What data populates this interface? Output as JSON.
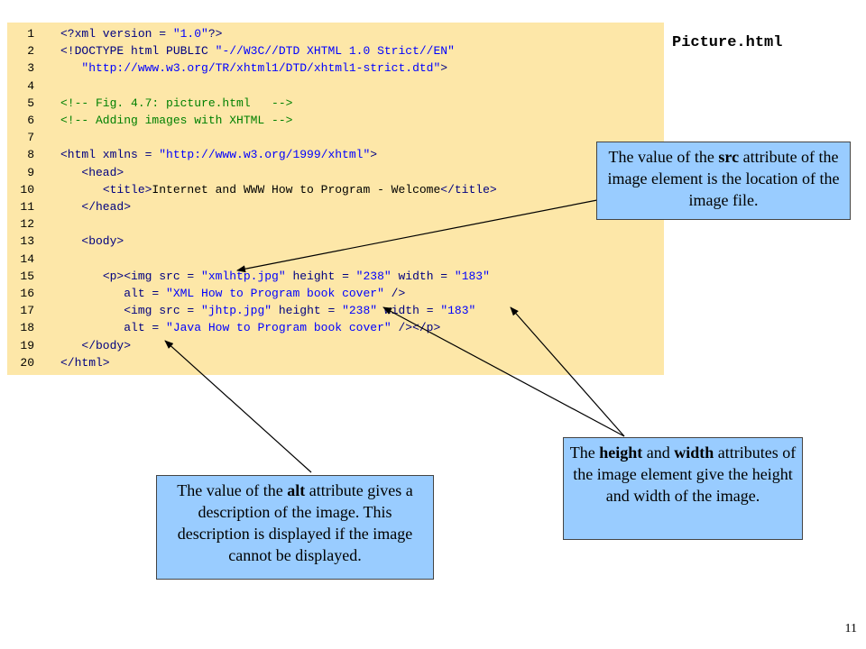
{
  "filename": "Picture.html",
  "page_number": "11",
  "code_lines": [
    {
      "n": "1",
      "indent": "",
      "segments": [
        {
          "t": "tag",
          "v": "<?xml version = "
        },
        {
          "t": "str",
          "v": "\"1.0\""
        },
        {
          "t": "tag",
          "v": "?>"
        }
      ]
    },
    {
      "n": "2",
      "indent": "",
      "segments": [
        {
          "t": "tag",
          "v": "<!DOCTYPE html PUBLIC "
        },
        {
          "t": "str",
          "v": "\"-//W3C//DTD XHTML 1.0 Strict//EN\""
        }
      ]
    },
    {
      "n": "3",
      "indent": "   ",
      "segments": [
        {
          "t": "str",
          "v": "\"http://www.w3.org/TR/xhtml1/DTD/xhtml1-strict.dtd\""
        },
        {
          "t": "tag",
          "v": ">"
        }
      ]
    },
    {
      "n": "4",
      "indent": "",
      "segments": []
    },
    {
      "n": "5",
      "indent": "",
      "segments": [
        {
          "t": "cmt",
          "v": "<!-- Fig. 4.7: picture.html   -->"
        }
      ]
    },
    {
      "n": "6",
      "indent": "",
      "segments": [
        {
          "t": "cmt",
          "v": "<!-- Adding images with XHTML -->"
        }
      ]
    },
    {
      "n": "7",
      "indent": "",
      "segments": []
    },
    {
      "n": "8",
      "indent": "",
      "segments": [
        {
          "t": "tag",
          "v": "<html xmlns = "
        },
        {
          "t": "str",
          "v": "\"http://www.w3.org/1999/xhtml\""
        },
        {
          "t": "tag",
          "v": ">"
        }
      ]
    },
    {
      "n": "9",
      "indent": "   ",
      "segments": [
        {
          "t": "tag",
          "v": "<head>"
        }
      ]
    },
    {
      "n": "10",
      "indent": "      ",
      "segments": [
        {
          "t": "tag",
          "v": "<title>"
        },
        {
          "t": "txt",
          "v": "Internet and WWW How to Program - Welcome"
        },
        {
          "t": "tag",
          "v": "</title>"
        }
      ]
    },
    {
      "n": "11",
      "indent": "   ",
      "segments": [
        {
          "t": "tag",
          "v": "</head>"
        }
      ]
    },
    {
      "n": "12",
      "indent": "",
      "segments": []
    },
    {
      "n": "13",
      "indent": "   ",
      "segments": [
        {
          "t": "tag",
          "v": "<body>"
        }
      ]
    },
    {
      "n": "14",
      "indent": "",
      "segments": []
    },
    {
      "n": "15",
      "indent": "      ",
      "segments": [
        {
          "t": "tag",
          "v": "<p><img src = "
        },
        {
          "t": "str",
          "v": "\"xmlhtp.jpg\""
        },
        {
          "t": "tag",
          "v": " height = "
        },
        {
          "t": "str",
          "v": "\"238\""
        },
        {
          "t": "tag",
          "v": " width = "
        },
        {
          "t": "str",
          "v": "\"183\""
        }
      ]
    },
    {
      "n": "16",
      "indent": "         ",
      "segments": [
        {
          "t": "tag",
          "v": "alt = "
        },
        {
          "t": "str",
          "v": "\"XML How to Program book cover\""
        },
        {
          "t": "tag",
          "v": " />"
        }
      ]
    },
    {
      "n": "17",
      "indent": "         ",
      "segments": [
        {
          "t": "tag",
          "v": "<img src = "
        },
        {
          "t": "str",
          "v": "\"jhtp.jpg\""
        },
        {
          "t": "tag",
          "v": " height = "
        },
        {
          "t": "str",
          "v": "\"238\""
        },
        {
          "t": "tag",
          "v": " width = "
        },
        {
          "t": "str",
          "v": "\"183\""
        }
      ]
    },
    {
      "n": "18",
      "indent": "         ",
      "segments": [
        {
          "t": "tag",
          "v": "alt = "
        },
        {
          "t": "str",
          "v": "\"Java How to Program book cover\""
        },
        {
          "t": "tag",
          "v": " /></p>"
        }
      ]
    },
    {
      "n": "19",
      "indent": "   ",
      "segments": [
        {
          "t": "tag",
          "v": "</body>"
        }
      ]
    },
    {
      "n": "20",
      "indent": "",
      "segments": [
        {
          "t": "tag",
          "v": "</html>"
        }
      ]
    }
  ],
  "callouts": {
    "src": {
      "parts": [
        {
          "b": false,
          "v": "The value of the "
        },
        {
          "b": true,
          "v": "src"
        },
        {
          "b": false,
          "v": " attribute of the image element is the location of the image file."
        }
      ]
    },
    "height_width": {
      "parts": [
        {
          "b": false,
          "v": "The "
        },
        {
          "b": true,
          "v": "height"
        },
        {
          "b": false,
          "v": " and "
        },
        {
          "b": true,
          "v": "width"
        },
        {
          "b": false,
          "v": " attributes of the image element give the height and width of the image."
        }
      ]
    },
    "alt": {
      "parts": [
        {
          "b": false,
          "v": "The value of the "
        },
        {
          "b": true,
          "v": "alt"
        },
        {
          "b": false,
          "v": " attribute gives a description of the image. This description is displayed if the image cannot be displayed."
        }
      ]
    }
  }
}
